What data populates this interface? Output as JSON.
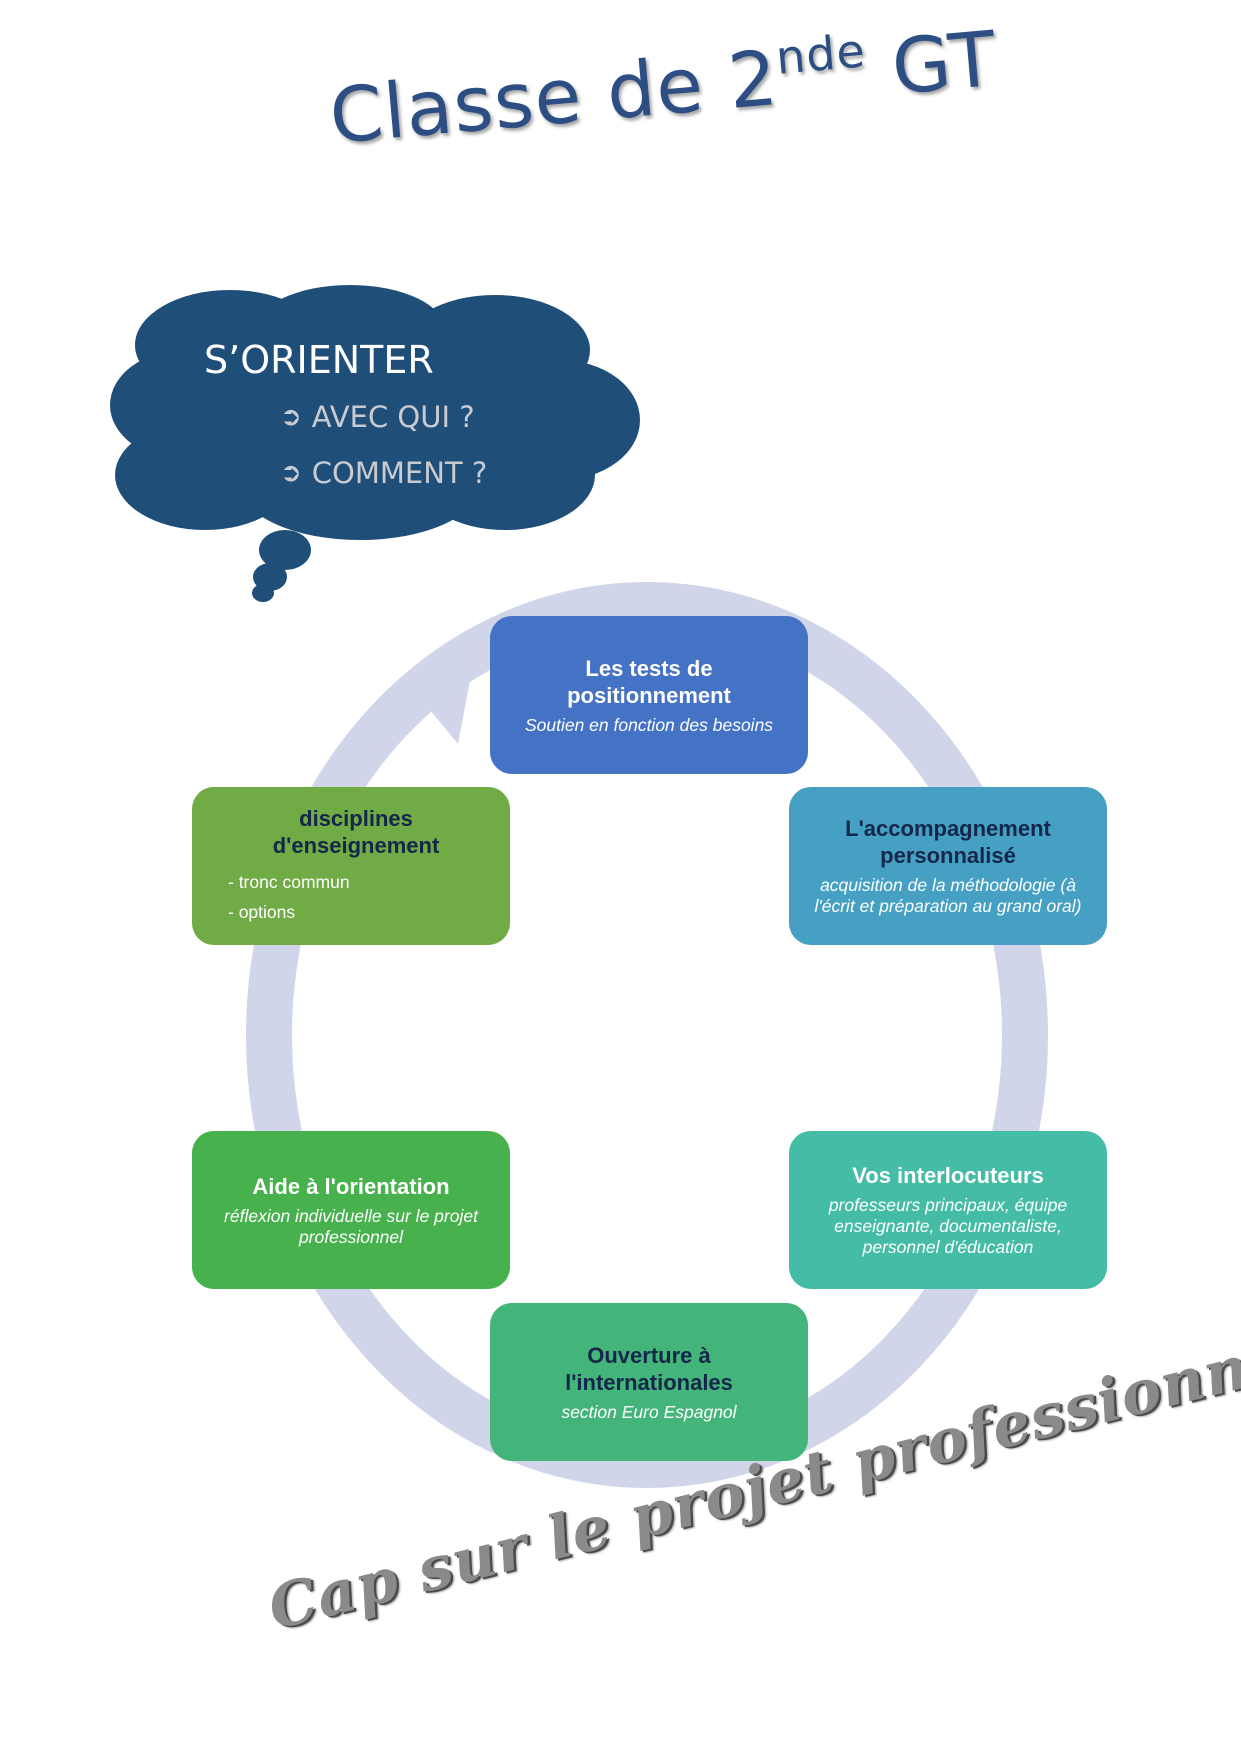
{
  "title": {
    "main": "Classe de 2",
    "sup": "nde",
    "tail": " GT"
  },
  "cloud": {
    "heading": "S’ORIENTER",
    "questions": [
      "AVEC QUI ?",
      "COMMENT ?"
    ],
    "color": "#1f4e79"
  },
  "cycle": {
    "ring_color": "#d0d5ea",
    "steps": [
      {
        "title": "Les tests de positionnement",
        "subtitle": "Soutien en fonction des besoins",
        "color": "#4472c4"
      },
      {
        "title": "L'accompagnement personnalisé",
        "subtitle": "acquisition de la méthodologie (à l'écrit et préparation au grand oral)",
        "color": "#45a0c3"
      },
      {
        "title": "Vos interlocuteurs",
        "subtitle": "professeurs principaux, équipe enseignante, documentaliste, personnel d'éducation",
        "color": "#45bca6"
      },
      {
        "title": "Ouverture à l'internationales",
        "subtitle": "section Euro Espagnol",
        "color": "#43b57a"
      },
      {
        "title": "Aide à l'orientation",
        "subtitle": "réflexion individuelle sur le projet professionnel",
        "color": "#47b14d"
      },
      {
        "title": "disciplines d'enseignement",
        "items": [
          "- tronc commun",
          "- options"
        ],
        "color": "#70ab46"
      }
    ]
  },
  "tagline": "Cap sur le projet professionnel…"
}
